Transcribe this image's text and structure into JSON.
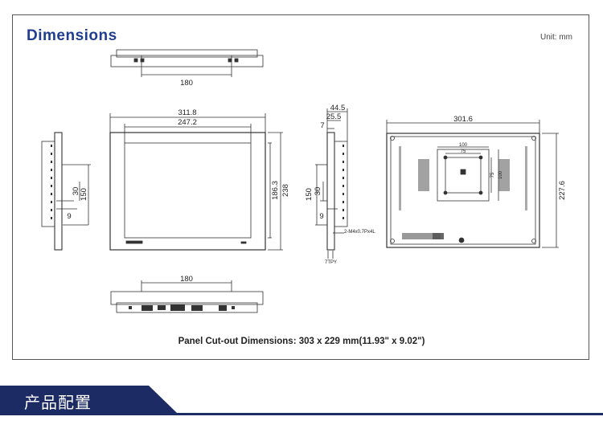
{
  "header": {
    "title": "Dimensions",
    "unit": "Unit: mm"
  },
  "top_view": {
    "dim_width": "180"
  },
  "front_view": {
    "dim_outer_width": "311.8",
    "dim_inner_width": "247.2",
    "dim_inner_height": "186.3",
    "dim_outer_height": "238"
  },
  "left_side_view": {
    "dim_30": "30",
    "dim_150": "150",
    "dim_9": "9"
  },
  "right_side_view": {
    "dim_depth": "44.5",
    "dim_25": "25.5",
    "dim_7": "7",
    "dim_150": "150",
    "dim_30": "30",
    "dim_9": "9",
    "screw_note": "2-M4x0.7Px4L",
    "dim_typ": "7TPY"
  },
  "rear_view": {
    "dim_width": "301.6",
    "dim_height": "227.6",
    "vesa_100_h": "100",
    "vesa_75_h": "75",
    "vesa_75_v": "75",
    "vesa_100_v": "100"
  },
  "bottom_view": {
    "dim_width": "180"
  },
  "caption": "Panel Cut-out Dimensions: 303 x 229 mm(11.93\" x 9.02\")",
  "banner": {
    "text": "产品配置",
    "colors": {
      "main": "#1c2b63",
      "accent": "#3a5aa6"
    }
  }
}
